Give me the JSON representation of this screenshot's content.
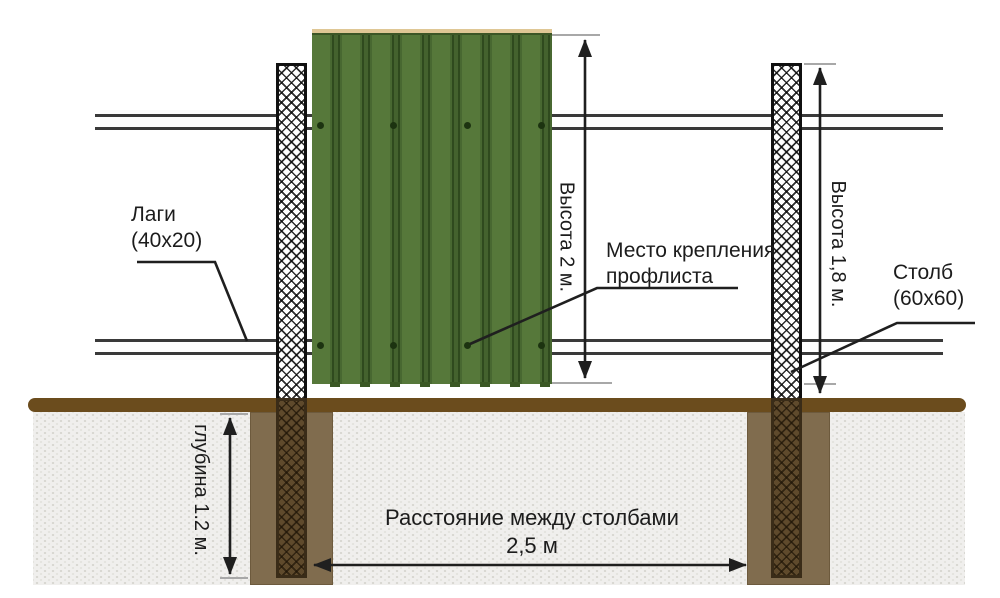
{
  "labels": {
    "rails": {
      "line1": "Лаги",
      "line2": "(40x20)"
    },
    "attachment": {
      "line1": "Место крепления",
      "line2": "профлиста"
    },
    "post": {
      "line1": "Столб",
      "line2": "(60x60)"
    },
    "panel_height": "Высота 2 м.",
    "post_height": "Высота 1,8 м.",
    "depth": "глубина 1.2 м.",
    "distance": {
      "line1": "Расстояние между столбами",
      "line2": "2,5 м"
    }
  },
  "values": {
    "panel_height_m": "2",
    "post_height_m": "1,8",
    "depth_m": "1.2",
    "post_spacing_m": "2,5",
    "rail_section": "40x20",
    "post_section": "60x60"
  },
  "colors": {
    "panel_green": "#56783a",
    "panel_groove": "#2f4a1e",
    "ground_brown": "#6b4c1d",
    "footing_brown": "#806c4e",
    "pit_post_brown": "#5f4a2c",
    "soil_gray": "#f0efed",
    "line_dark": "#1f1f1f"
  }
}
